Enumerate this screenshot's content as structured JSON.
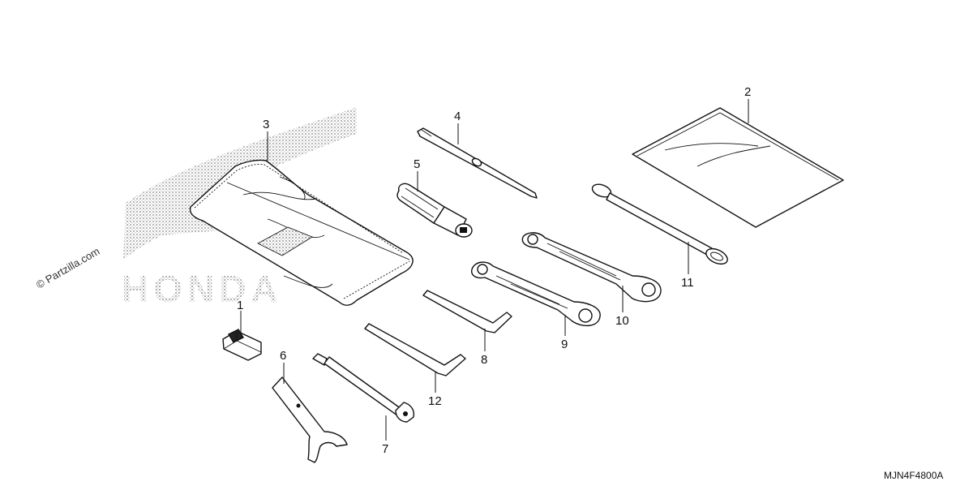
{
  "watermark": {
    "brand": "HONDA",
    "copyright": "© Partzilla.com"
  },
  "drawing_code": "MJN4F4800A",
  "parts": [
    {
      "id": "part-1",
      "callout": "1",
      "kind": "clip"
    },
    {
      "id": "part-2",
      "callout": "2",
      "kind": "sheet"
    },
    {
      "id": "part-3",
      "callout": "3",
      "kind": "tool-bag"
    },
    {
      "id": "part-4",
      "callout": "4",
      "kind": "screwdriver-bit"
    },
    {
      "id": "part-5",
      "callout": "5",
      "kind": "screwdriver-handle"
    },
    {
      "id": "part-6",
      "callout": "6",
      "kind": "pin-spanner"
    },
    {
      "id": "part-7",
      "callout": "7",
      "kind": "extension-bar"
    },
    {
      "id": "part-8",
      "callout": "8",
      "kind": "hex-wrench"
    },
    {
      "id": "part-9",
      "callout": "9",
      "kind": "ring-wrench"
    },
    {
      "id": "part-10",
      "callout": "10",
      "kind": "ring-wrench"
    },
    {
      "id": "part-11",
      "callout": "11",
      "kind": "cable"
    },
    {
      "id": "part-12",
      "callout": "12",
      "kind": "hex-wrench"
    }
  ]
}
